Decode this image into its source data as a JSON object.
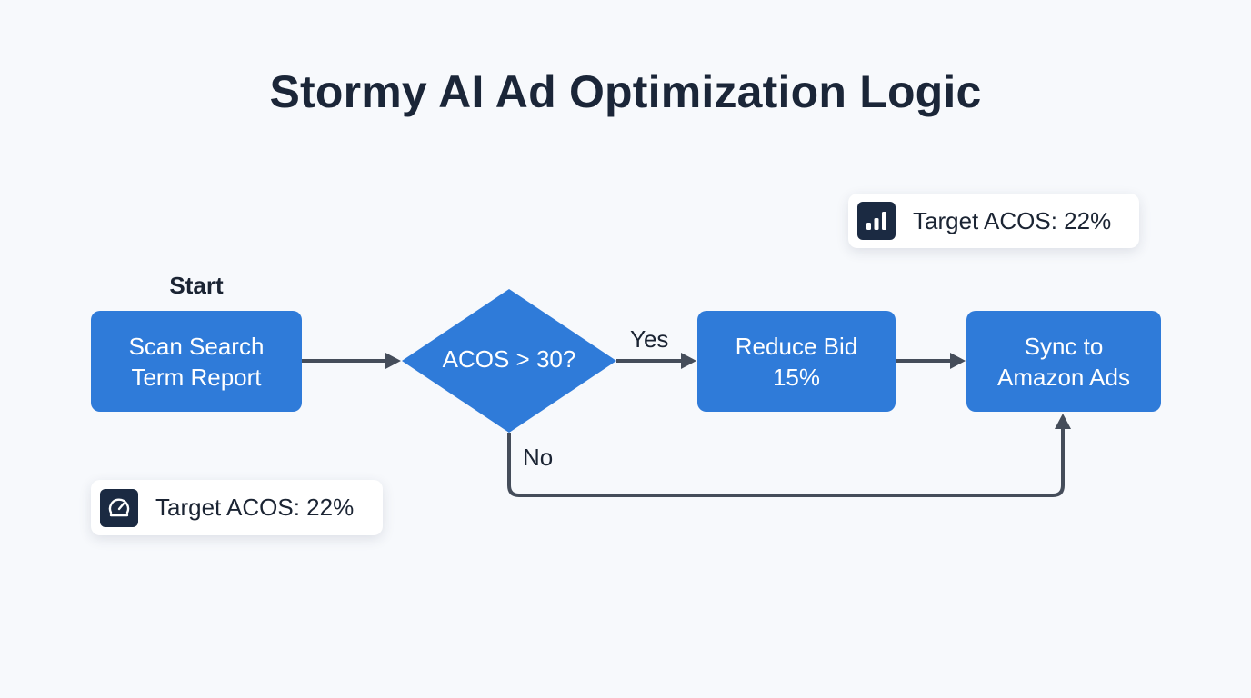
{
  "title": "Stormy AI Ad Optimization Logic",
  "start_label": "Start",
  "nodes": {
    "scan": {
      "label": "Scan Search\nTerm Report",
      "shape": "rounded-rect"
    },
    "decision": {
      "label": "ACOS > 30?",
      "shape": "diamond"
    },
    "reduce": {
      "label": "Reduce Bid\n15%",
      "shape": "rounded-rect"
    },
    "sync": {
      "label": "Sync to\nAmazon Ads",
      "shape": "rounded-rect"
    }
  },
  "edges": {
    "yes_label": "Yes",
    "no_label": "No",
    "list": [
      {
        "from": "scan",
        "to": "decision",
        "label": ""
      },
      {
        "from": "decision",
        "to": "reduce",
        "label": "Yes"
      },
      {
        "from": "reduce",
        "to": "sync",
        "label": ""
      },
      {
        "from": "decision",
        "to": "sync",
        "label": "No"
      }
    ]
  },
  "callouts": {
    "top": {
      "icon": "bar-chart-icon",
      "text": "Target ACOS: 22%"
    },
    "bottom": {
      "icon": "speedometer-icon",
      "text": "Target ACOS: 22%"
    }
  },
  "colors": {
    "background": "#f7f9fc",
    "node_fill": "#2f7bd9",
    "node_text": "#ffffff",
    "edge": "#454d5a",
    "title": "#1b2638",
    "icon_box": "#1b2a42"
  }
}
